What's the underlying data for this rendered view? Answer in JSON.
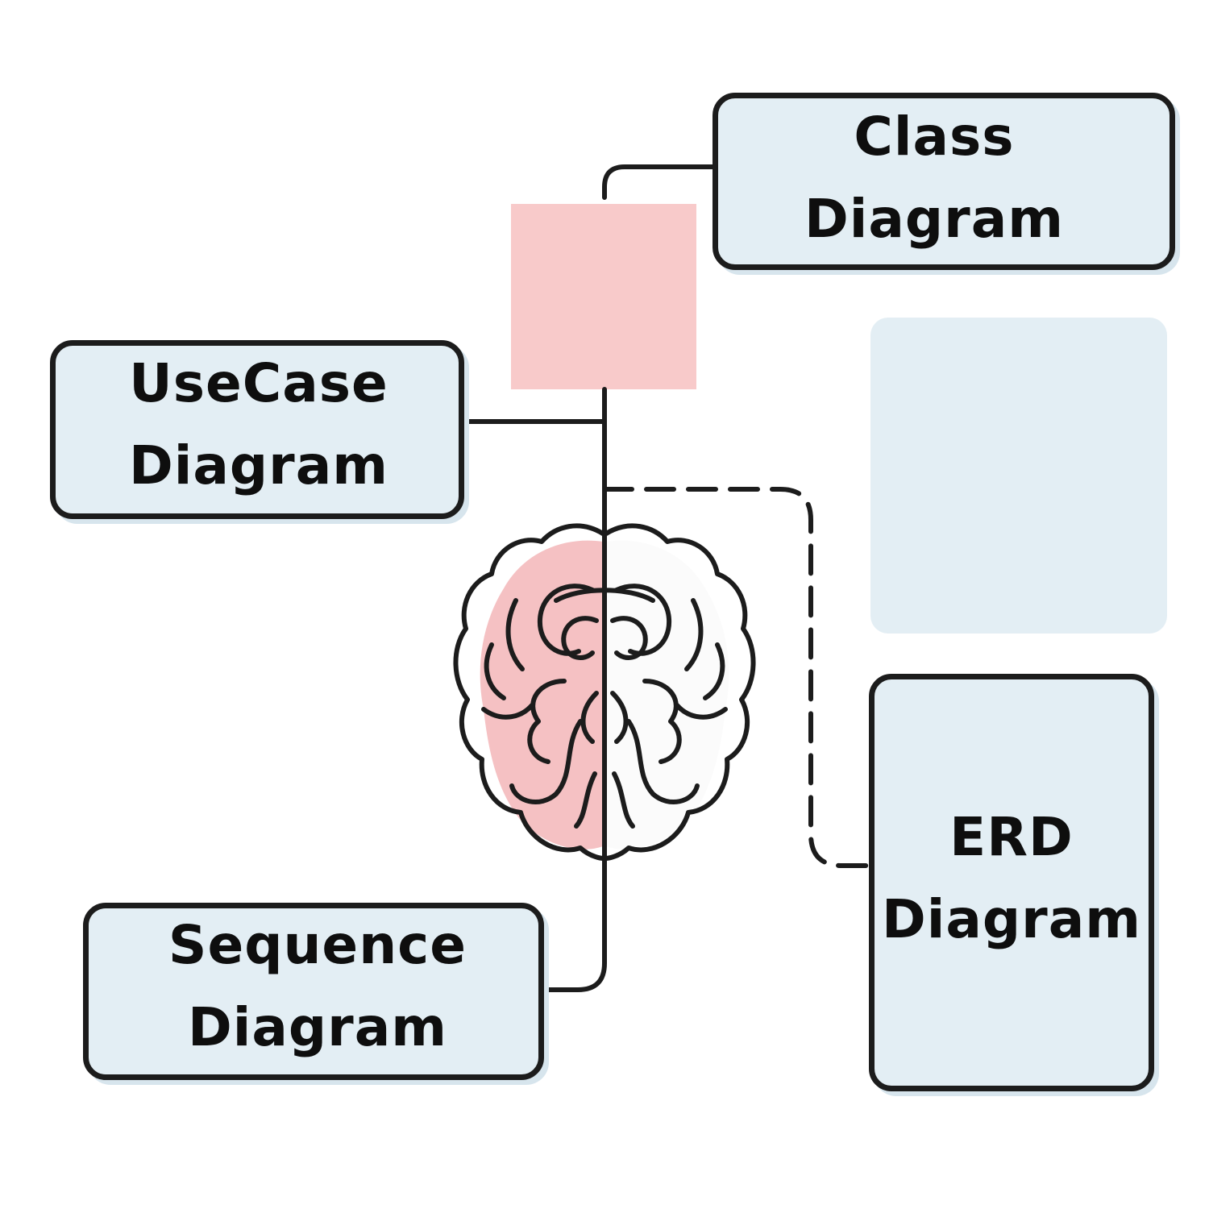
{
  "nodes": {
    "class_diagram": {
      "line1": "Class",
      "line2": "Diagram"
    },
    "usecase_diagram": {
      "line1": "UseCase",
      "line2": "Diagram"
    },
    "sequence_diagram": {
      "line1": "Sequence",
      "line2": "Diagram"
    },
    "erd_diagram": {
      "line1": "ERD",
      "line2": "Diagram"
    }
  },
  "colors": {
    "box_fill": "#e3eef4",
    "box_border": "#1c1c1c",
    "accent_pink": "#f8caca",
    "text": "#0e0e0e"
  },
  "icons": {
    "center": "brain-icon"
  }
}
